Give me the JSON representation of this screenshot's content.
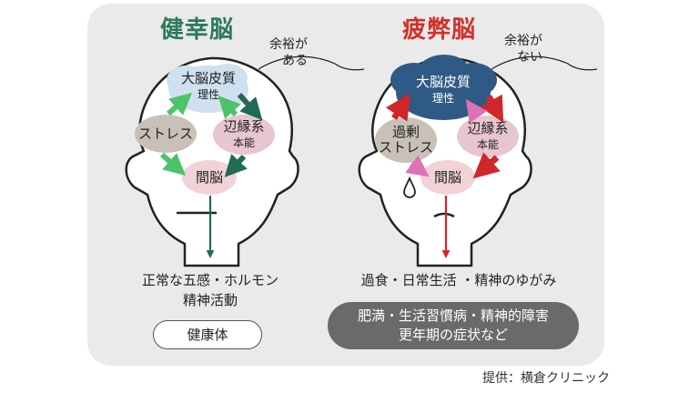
{
  "left": {
    "title": "健幸脳",
    "note_line1": "余裕が",
    "note_line2": "ある",
    "cortex_title": "大脳皮質",
    "cortex_sub": "理性",
    "stress": "ストレス",
    "limbic_title": "辺縁系",
    "limbic_sub": "本能",
    "hypothalamus": "間脳",
    "outcome_line1": "正常な五感・ホルモン",
    "outcome_line2": "精神活動",
    "result": "健康体"
  },
  "right": {
    "title": "疲弊脳",
    "note_line1": "余裕が",
    "note_line2": "ない",
    "cortex_title": "大脳皮質",
    "cortex_sub": "理性",
    "stress_line1": "過剰",
    "stress_line2": "ストレス",
    "limbic_title": "辺縁系",
    "limbic_sub": "本能",
    "hypothalamus": "間脳",
    "outcome": "過食・日常生活 ・精神のゆがみ",
    "result_line1": "肥満・生活習慣病・精神的障害",
    "result_line2": "更年期の症状など"
  },
  "credit": "提供：横倉クリニック",
  "colors": {
    "panel": "#eaeaea",
    "good_title": "#2b7a5a",
    "bad_title": "#d2302a",
    "cortex_light": "#cfe0ee",
    "cortex_dark": "#2f5a85",
    "stress": "#c9c1b8",
    "limbic": "#e8c6cf",
    "hypothalamus": "#f1d2d8",
    "arrow_green_dark": "#1f6b55",
    "arrow_green_light": "#4cc36a",
    "arrow_red": "#d1262a",
    "arrow_pink": "#e071b7"
  }
}
